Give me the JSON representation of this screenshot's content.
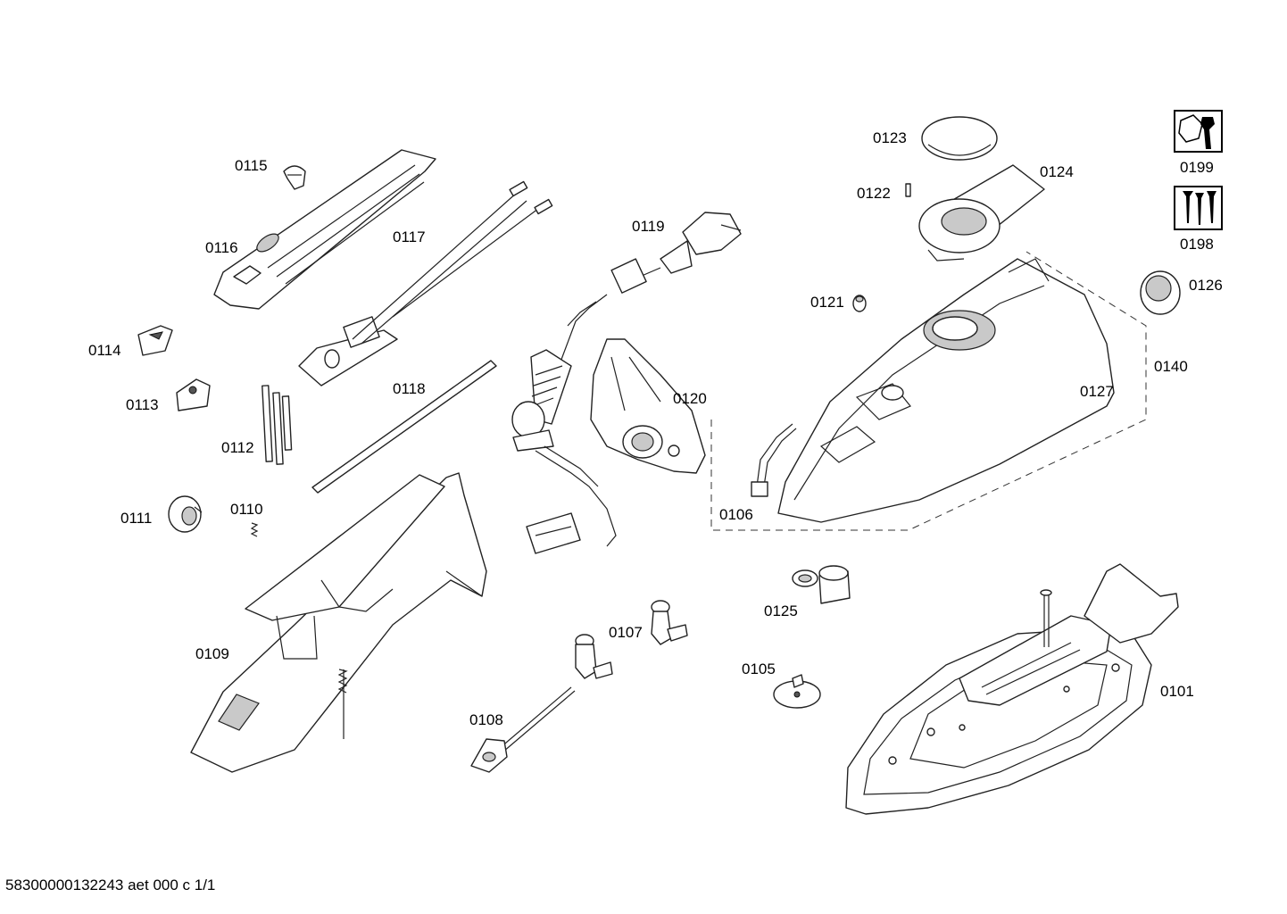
{
  "labels": {
    "p0101": "0101",
    "p0105": "0105",
    "p0106": "0106",
    "p0107": "0107",
    "p0108": "0108",
    "p0109": "0109",
    "p0110": "0110",
    "p0111": "0111",
    "p0112": "0112",
    "p0113": "0113",
    "p0114": "0114",
    "p0115": "0115",
    "p0116": "0116",
    "p0117": "0117",
    "p0118": "0118",
    "p0119": "0119",
    "p0120": "0120",
    "p0121": "0121",
    "p0122": "0122",
    "p0123": "0123",
    "p0124": "0124",
    "p0125": "0125",
    "p0126": "0126",
    "p0127": "0127",
    "p0140": "0140",
    "p0198": "0198",
    "p0199": "0199"
  },
  "symbols": {
    "tool_icon": "wrench-nut-icon",
    "screw_icon": "screws-icon"
  },
  "footer": "58300000132243 aet 000 c 1/1"
}
